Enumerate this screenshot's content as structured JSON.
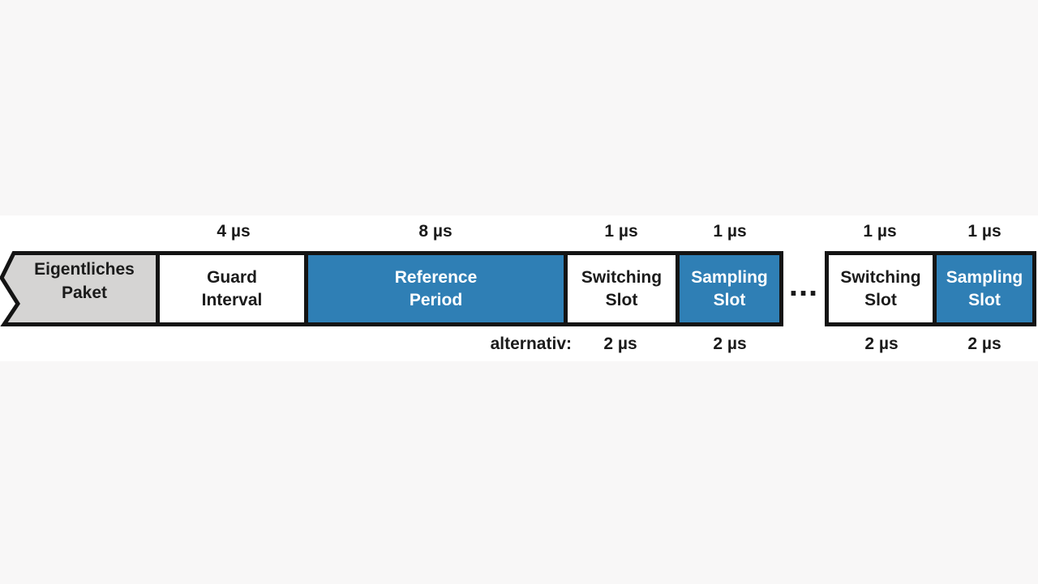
{
  "colors": {
    "blue": "#2f7fb5",
    "gray": "#d5d4d3",
    "border": "#141414",
    "text_dark": "#1b1b1b",
    "text_light": "#ffffff",
    "band": "#ffffff",
    "page_bg": "#f8f7f7"
  },
  "packet": {
    "line1": "Eigentliches",
    "line2": "Paket"
  },
  "segments": {
    "guard": {
      "line1": "Guard",
      "line2": "Interval",
      "top": "4 µs"
    },
    "reference": {
      "line1": "Reference",
      "line2": "Period",
      "top": "8 µs"
    },
    "switching1": {
      "line1": "Switching",
      "line2": "Slot",
      "top": "1 µs",
      "bottom": "2 µs"
    },
    "sampling1": {
      "line1": "Sampling",
      "line2": "Slot",
      "top": "1 µs",
      "bottom": "2 µs"
    },
    "switching2": {
      "line1": "Switching",
      "line2": "Slot",
      "top": "1 µs",
      "bottom": "2 µs"
    },
    "sampling2": {
      "line1": "Sampling",
      "line2": "Slot",
      "top": "1 µs",
      "bottom": "2 µs"
    }
  },
  "alternative_label": "alternativ:",
  "ellipsis": "..."
}
